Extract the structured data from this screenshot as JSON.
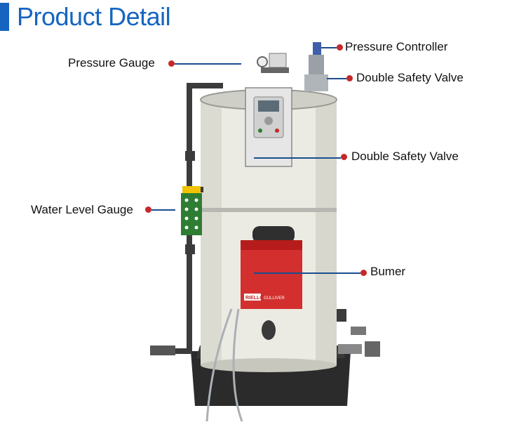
{
  "header": {
    "title": "Product Detail",
    "accent_color": "#1565c0"
  },
  "callouts": {
    "pressure_gauge": "Pressure Gauge",
    "pressure_controller": "Pressure Controller",
    "double_safety_valve_top": "Double Safety Valve",
    "double_safety_valve_mid": "Double Safety Valve",
    "water_level_gauge": "Water Level Gauge",
    "burner": "Bumer"
  },
  "burner_brand": {
    "logo": "RIELLO",
    "model": "GULLIVER"
  },
  "colors": {
    "dot": "#c62828",
    "leader_line": "#1a4d8f",
    "burner_red": "#d32f2f",
    "tank_body": "#ecebe3"
  }
}
